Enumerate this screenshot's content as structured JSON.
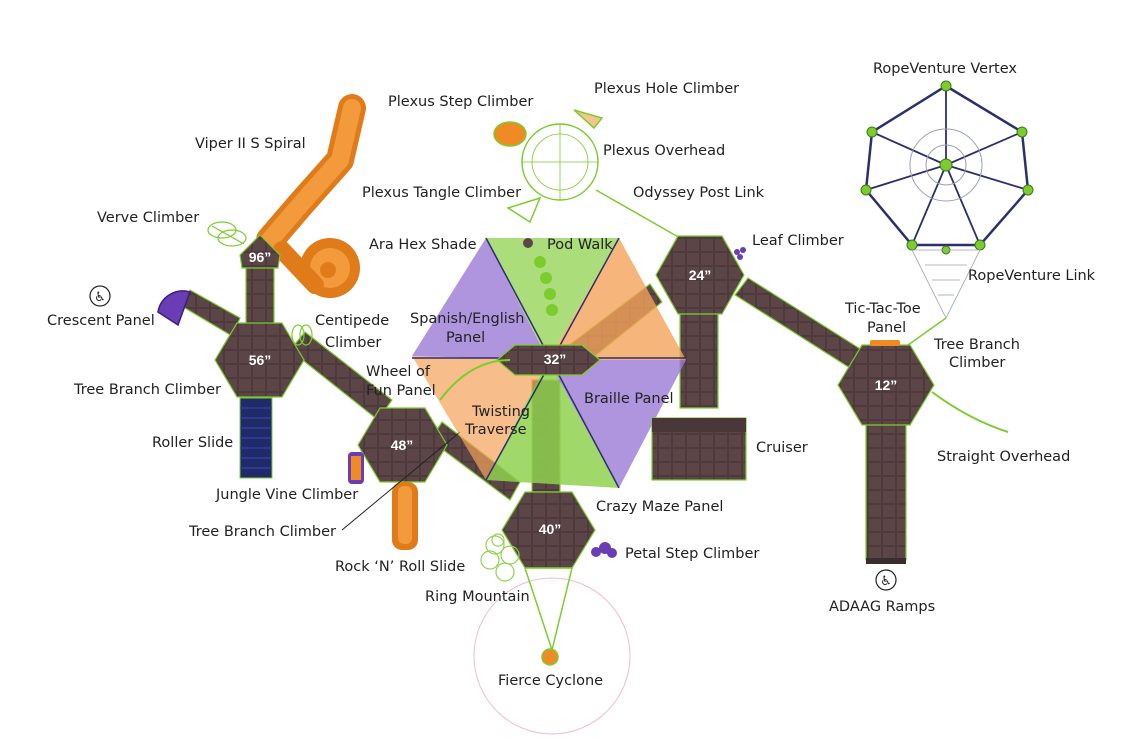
{
  "decks": {
    "d96": "96”",
    "d56": "56”",
    "d48": "48”",
    "d40": "40”",
    "d32": "32”",
    "d24": "24”",
    "d12": "12”"
  },
  "labels": {
    "viper": "Viper II S Spiral",
    "verve": "Verve Climber",
    "crescent": "Crescent Panel",
    "tree_branch_1": "Tree Branch Climber",
    "roller": "Roller Slide",
    "jungle_vine": "Jungle Vine Climber",
    "tree_branch_2": "Tree Branch Climber",
    "rock_n_roll": "Rock ‘N’ Roll Slide",
    "centipede_1": "Centipede",
    "centipede_2": "Climber",
    "wheel_1": "Wheel of",
    "wheel_2": "Fun Panel",
    "twisting_1": "Twisting",
    "twisting_2": "Traverse",
    "spanish_1": "Spanish/English",
    "spanish_2": "Panel",
    "braille": "Braille Panel",
    "ara_hex": "Ara Hex Shade",
    "pod_walk": "Pod Walk",
    "plexus_step": "Plexus Step Climber",
    "plexus_hole": "Plexus Hole Climber",
    "plexus_overhead": "Plexus Overhead",
    "plexus_tangle": "Plexus Tangle Climber",
    "odyssey": "Odyssey Post Link",
    "leaf": "Leaf Climber",
    "cruiser": "Cruiser",
    "crazy_maze": "Crazy Maze Panel",
    "petal_step": "Petal Step Climber",
    "ring_mountain": "Ring Mountain",
    "fierce_cyclone": "Fierce Cyclone",
    "ropeventure_vertex": "RopeVenture Vertex",
    "ropeventure_link": "RopeVenture Link",
    "tictactoe_1": "Tic-Tac-Toe",
    "tictactoe_2": "Panel",
    "tree_branch_3a": "Tree Branch",
    "tree_branch_3b": "Climber",
    "straight_overhead": "Straight Overhead",
    "adaag": "ADAAG Ramps"
  },
  "icons": {
    "accessibility_1": "wheelchair-icon",
    "accessibility_2": "wheelchair-icon"
  },
  "colors": {
    "deck": "#5b4547",
    "deck_edge": "#3a2d2e",
    "accent_green": "#7ccc2e",
    "accent_orange": "#f08a24",
    "accent_purple": "#6a3db5",
    "shade_green": "#8fd14f",
    "shade_orange": "#f4a25a",
    "shade_purple": "#9a7ad6",
    "rope_navy": "#2b2f6e"
  }
}
